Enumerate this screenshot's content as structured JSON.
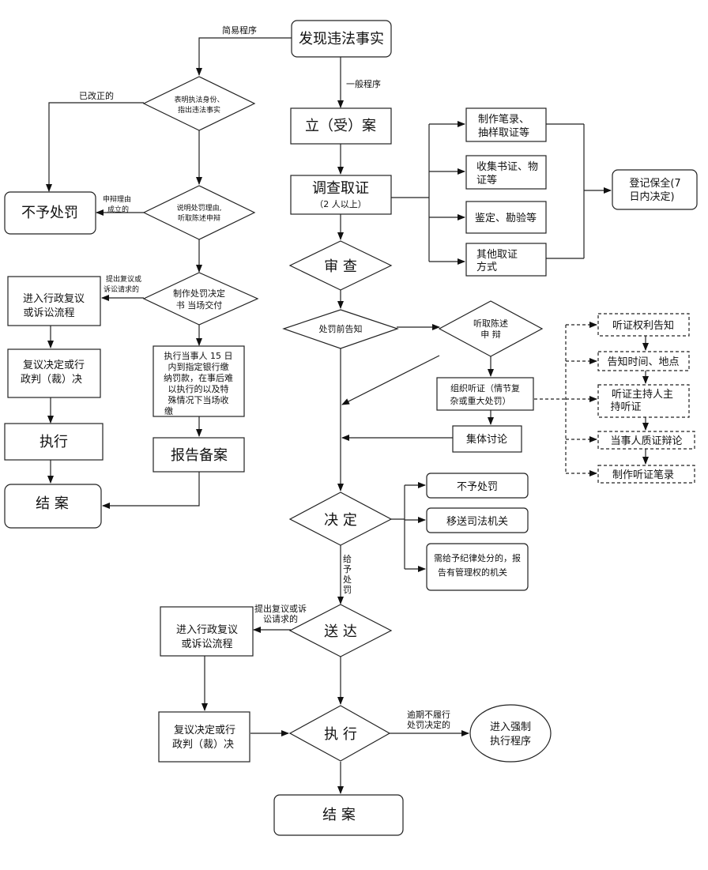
{
  "nodes": {
    "discover": "发现违法事实",
    "id_show_1": "表明执法身份、",
    "id_show_2": "指出违法事实",
    "no_penalty_left": "不予处罚",
    "explain_1": "说明处罚理由,",
    "explain_2": "听取陈述申辩",
    "make_decision_1": "制作处罚决定",
    "make_decision_2": "书  当场交付",
    "admin_review_left_1": "进入行政复议",
    "admin_review_left_2": "或诉讼流程",
    "review_result_left_1": "复议决定或行",
    "review_result_left_2": "政判（裁）决",
    "execute_left": "执行",
    "close_left": "结 案",
    "pay_fine_1": "执行当事人 15 日",
    "pay_fine_2": "内到指定银行缴",
    "pay_fine_3": "纳罚款，在事后难",
    "pay_fine_4": "以执行的以及特",
    "pay_fine_5": "殊情况下当场收",
    "pay_fine_6": "缴",
    "report": "报告备案",
    "file_case": "立（受）案",
    "investigate_1": "调查取证",
    "investigate_2": "（2 人以上）",
    "evidence_1a": "制作笔录、",
    "evidence_1b": "抽样取证等",
    "evidence_2a": "收集书证、物",
    "evidence_2b": "证等",
    "evidence_3": "鉴定、勘验等",
    "evidence_4a": "其他取证",
    "evidence_4b": "方式",
    "register_1": "登记保全(7",
    "register_2": "日内决定)",
    "review": "审  查",
    "pre_notice": "处罚前告知",
    "hear_statement_1": "听取陈述",
    "hear_statement_2": "申  辩",
    "hearing_1": "组织听证（情节复",
    "hearing_2": "杂或重大处罚）",
    "collective": "集体讨论",
    "hearing_rights": "听证权利告知",
    "notify_time": "告知时间、地点",
    "hearing_host_1": "听证主持人主",
    "hearing_host_2": "持听证",
    "cross_exam": "当事人质证辩论",
    "hearing_record": "制作听证笔录",
    "decide": "决  定",
    "no_penalty_right": "不予处罚",
    "transfer": "移送司法机关",
    "discipline_1": "需给予纪律处分的，报",
    "discipline_2": "告有管理权的机关",
    "deliver": "送  达",
    "admin_review_right_1": "进入行政复议",
    "admin_review_right_2": "或诉讼流程",
    "review_result_right_1": "复议决定或行",
    "review_result_right_2": "政判（裁）决",
    "execute_right": "执  行",
    "enforce_1": "进入强制",
    "enforce_2": "执行程序",
    "close_right": "结  案"
  },
  "labels": {
    "simple_procedure": "简易程序",
    "general_procedure": "一般程序",
    "corrected": "已改正的",
    "defense_valid_1": "申辩理由",
    "defense_valid_2": "成立的",
    "request_review_left_1": "提出复议或",
    "request_review_left_2": "诉讼请求的",
    "give_penalty": [
      "给",
      "予",
      "处",
      "罚"
    ],
    "request_review_right_1": "提出复议或诉",
    "request_review_right_2": "讼请求的",
    "overdue_1": "逾期不履行",
    "overdue_2": "处罚决定的"
  }
}
